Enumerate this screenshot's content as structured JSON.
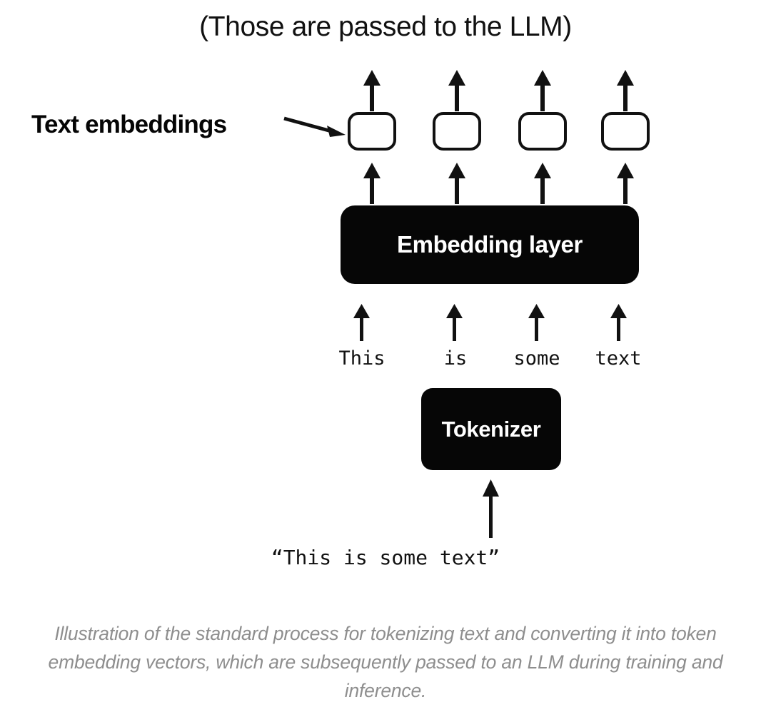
{
  "diagram": {
    "headline": "(Those are passed to the LLM)",
    "side_label": "Text embeddings",
    "embedding_layer_label": "Embedding layer",
    "tokenizer_label": "Tokenizer",
    "raw_input_string": "“This is some text”",
    "tokens": [
      "This",
      "is",
      "some",
      "text"
    ],
    "embedding_boxes": [
      "",
      "",
      "",
      ""
    ],
    "colors": {
      "background": "#ffffff",
      "stroke": "#111111",
      "block_fill": "#060606",
      "block_text": "#ffffff",
      "caption_text": "#8e8e8e"
    }
  },
  "caption": {
    "line1": "Illustration of the standard process for tokenizing text and converting it into",
    "line2": "token embedding vectors, which are subsequently passed to an LLM during",
    "line3": "training and inference."
  }
}
